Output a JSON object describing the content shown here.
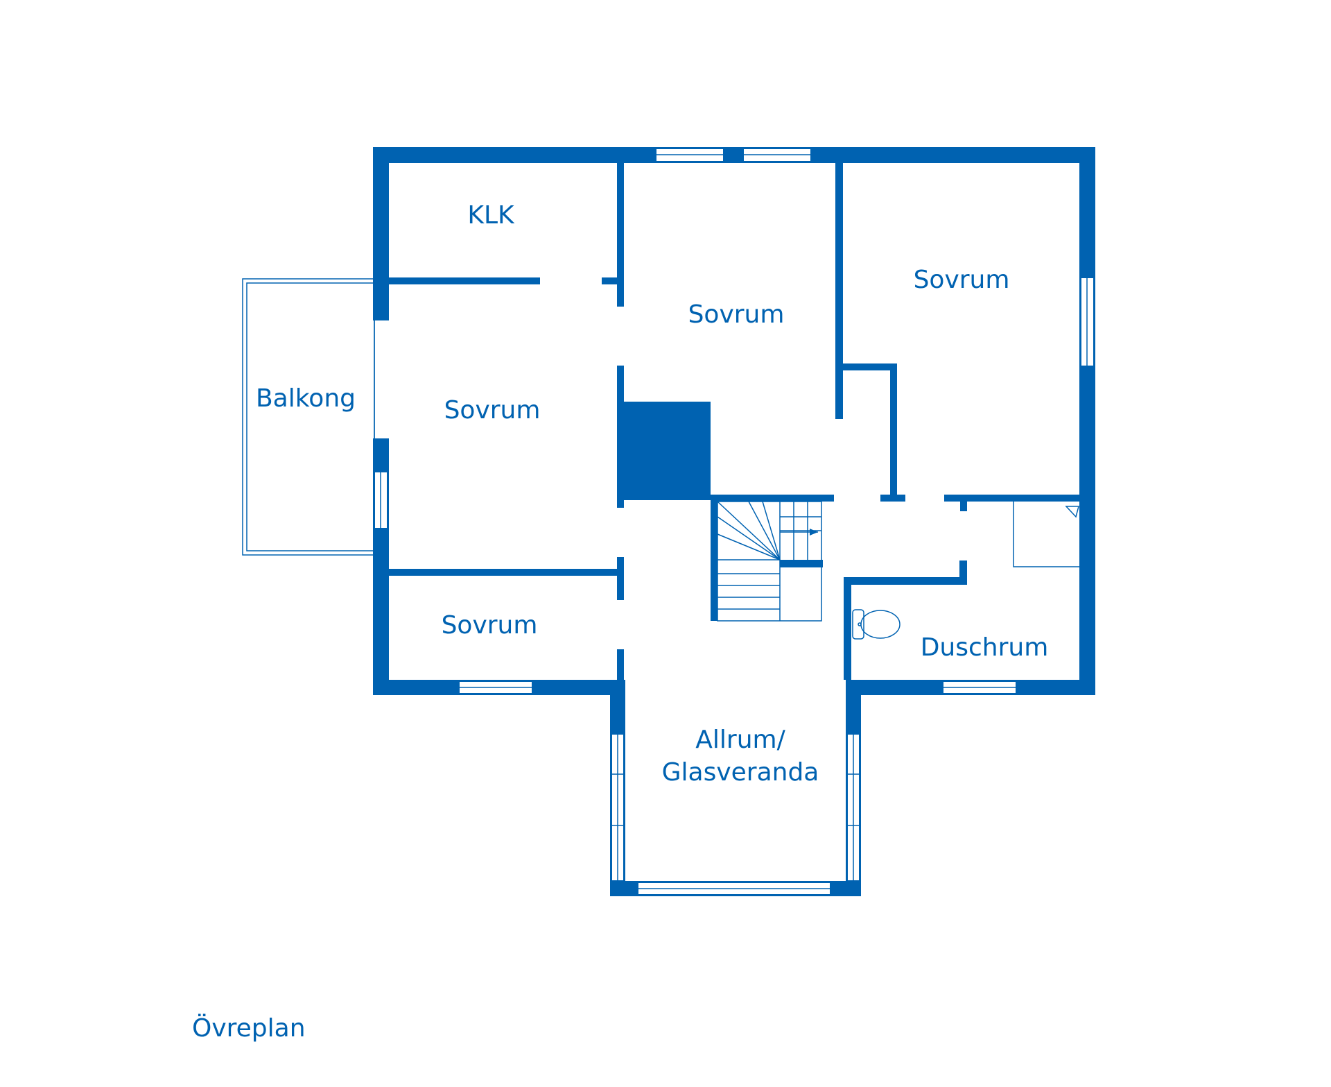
{
  "colors": {
    "wall": "#0062b1",
    "background": "#ffffff"
  },
  "plan": {
    "title": "Övreplan",
    "rooms": {
      "klk": "KLK",
      "sovrum_center": "Sovrum",
      "sovrum_right": "Sovrum",
      "sovrum_left": "Sovrum",
      "sovrum_bottom": "Sovrum",
      "balkong": "Balkong",
      "duschrum": "Duschrum",
      "allrum_line1": "Allrum/",
      "allrum_line2": "Glasveranda"
    }
  }
}
